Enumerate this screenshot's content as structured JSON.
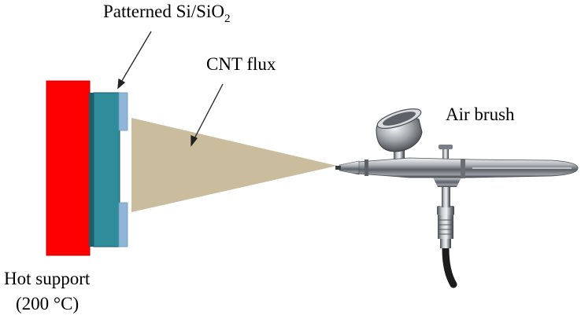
{
  "labels": {
    "substrate_prefix": "Patterned Si/SiO",
    "substrate_subscript": "2",
    "flux": "CNT flux",
    "airbrush": "Air brush",
    "support_line1": "Hot support",
    "support_line2": "(200 °C)"
  },
  "colors": {
    "hot_support": "#ff0000",
    "substrate_si": "#2f8c9a",
    "substrate_edge": "#1d5e68",
    "sio2_pattern": "#8fb6d9",
    "cnt_flux": "#c9bd9e",
    "airbrush_metal": "#8e9399"
  },
  "icons": {
    "airbrush": "airbrush-icon"
  }
}
